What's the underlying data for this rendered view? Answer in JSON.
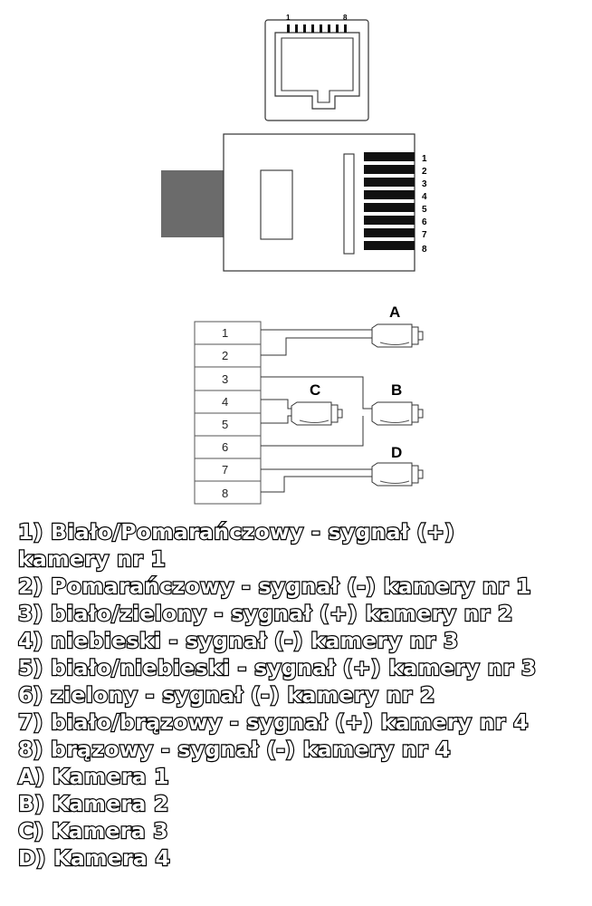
{
  "jack": {
    "pin_first": "1",
    "pin_last": "8"
  },
  "plug": {
    "pins": [
      "1",
      "2",
      "3",
      "4",
      "5",
      "6",
      "7",
      "8"
    ]
  },
  "block": {
    "rows": [
      "1",
      "2",
      "3",
      "4",
      "5",
      "6",
      "7",
      "8"
    ]
  },
  "cameras": [
    {
      "label": "A"
    },
    {
      "label": "B"
    },
    {
      "label": "C"
    },
    {
      "label": "D"
    }
  ],
  "legend": [
    "1) Biało/Pomarańczowy - sygnał (+) kamery nr 1",
    "2) Pomarańczowy - sygnał (-) kamery nr 1",
    "3) biało/zielony - sygnał (+) kamery nr 2",
    "4) niebieski - sygnał (-) kamery nr 3",
    "5) biało/niebieski - sygnał (+) kamery nr 3",
    "6) zielony - sygnał (-) kamery nr 2",
    "7) biało/brązowy - sygnał (+) kamery nr 4",
    "8) brązowy - sygnał (-) kamery nr 4",
    "A) Kamera 1",
    "B) Kamera 2",
    "C) Kamera 3",
    "D) Kamera 4"
  ]
}
